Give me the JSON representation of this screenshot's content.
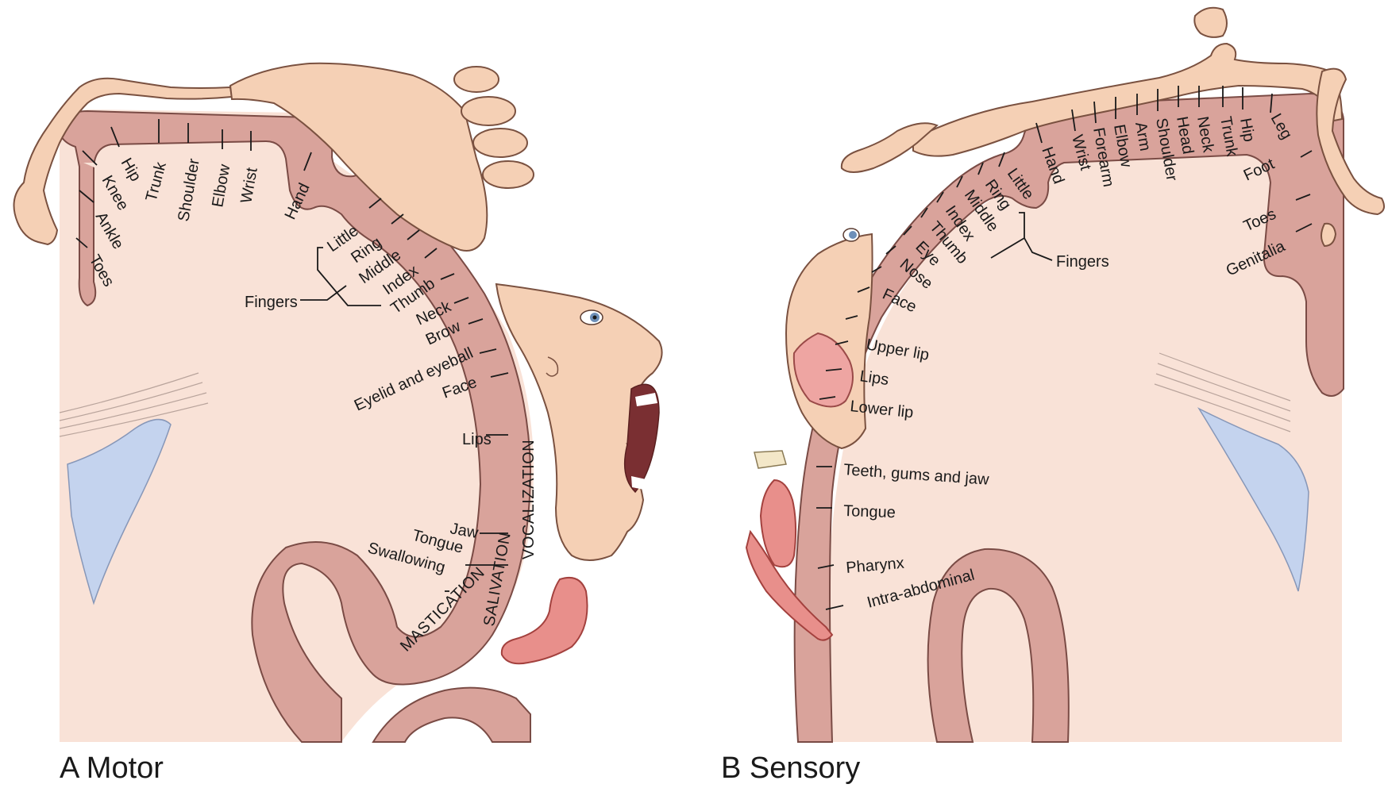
{
  "panels": {
    "motor": {
      "caption": "A  Motor",
      "labels": {
        "toes": "Toes",
        "ankle": "Ankle",
        "knee": "Knee",
        "hip": "Hip",
        "trunk": "Trunk",
        "shoulder": "Shoulder",
        "elbow": "Elbow",
        "wrist": "Wrist",
        "hand": "Hand",
        "little": "Little",
        "ring": "Ring",
        "middle": "Middle",
        "index": "Index",
        "thumb": "Thumb",
        "fingers": "Fingers",
        "neck": "Neck",
        "brow": "Brow",
        "eyelid": "Eyelid and eyeball",
        "face": "Face",
        "lips": "Lips",
        "jaw": "Jaw",
        "tongue": "Tongue",
        "swallowing": "Swallowing",
        "vocalization": "VOCALIZATION",
        "salivation": "SALIVATION",
        "mastication": "MASTICATION"
      }
    },
    "sensory": {
      "caption": "B  Sensory",
      "labels": {
        "genitalia": "Genitalia",
        "toes": "Toes",
        "foot": "Foot",
        "leg": "Leg",
        "hip": "Hip",
        "trunk": "Trunk",
        "neck": "Neck",
        "head": "Head",
        "shoulder": "Shoulder",
        "arm": "Arm",
        "elbow": "Elbow",
        "forearm": "Forearm",
        "wrist": "Wrist",
        "hand": "Hand",
        "little": "Little",
        "ring": "Ring",
        "middle": "Middle",
        "index": "Index",
        "thumb": "Thumb",
        "fingers": "Fingers",
        "eye": "Eye",
        "nose": "Nose",
        "face": "Face",
        "upper_lip": "Upper lip",
        "lips": "Lips",
        "lower_lip": "Lower lip",
        "teeth": "Teeth, gums and jaw",
        "tongue": "Tongue",
        "pharynx": "Pharynx",
        "intra_abdominal": "Intra-abdominal"
      }
    }
  },
  "colors": {
    "cortex": "#d9a39b",
    "white_matter": "#f9e2d7",
    "ventricle": "#c4d3ee",
    "skin": "#f5d0b5"
  }
}
